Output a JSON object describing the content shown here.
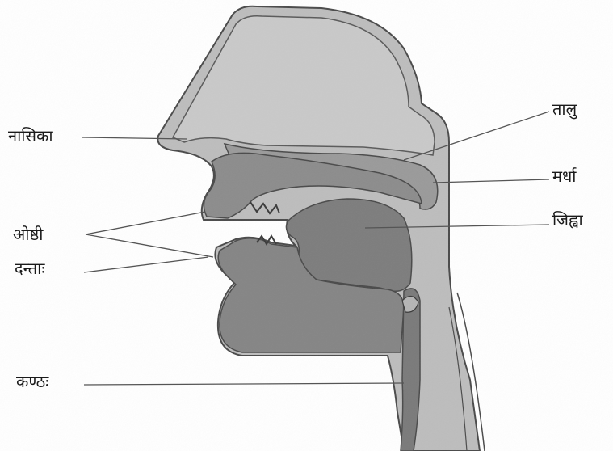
{
  "labels": {
    "nasika": "नासिका",
    "oshthi": "ओष्ठी",
    "danta": "दन्ताः",
    "kantha": "कण्ठः",
    "talu": "तालु",
    "murdha": "मर्धा",
    "jihva": "जिह्वा"
  },
  "colors": {
    "outline": "#4a4a4a",
    "head_fill": "#bdbdbd",
    "cavity_fill": "#8c8c8c",
    "tongue_fill": "#7d7d7d",
    "pointer_line": "#555555"
  }
}
